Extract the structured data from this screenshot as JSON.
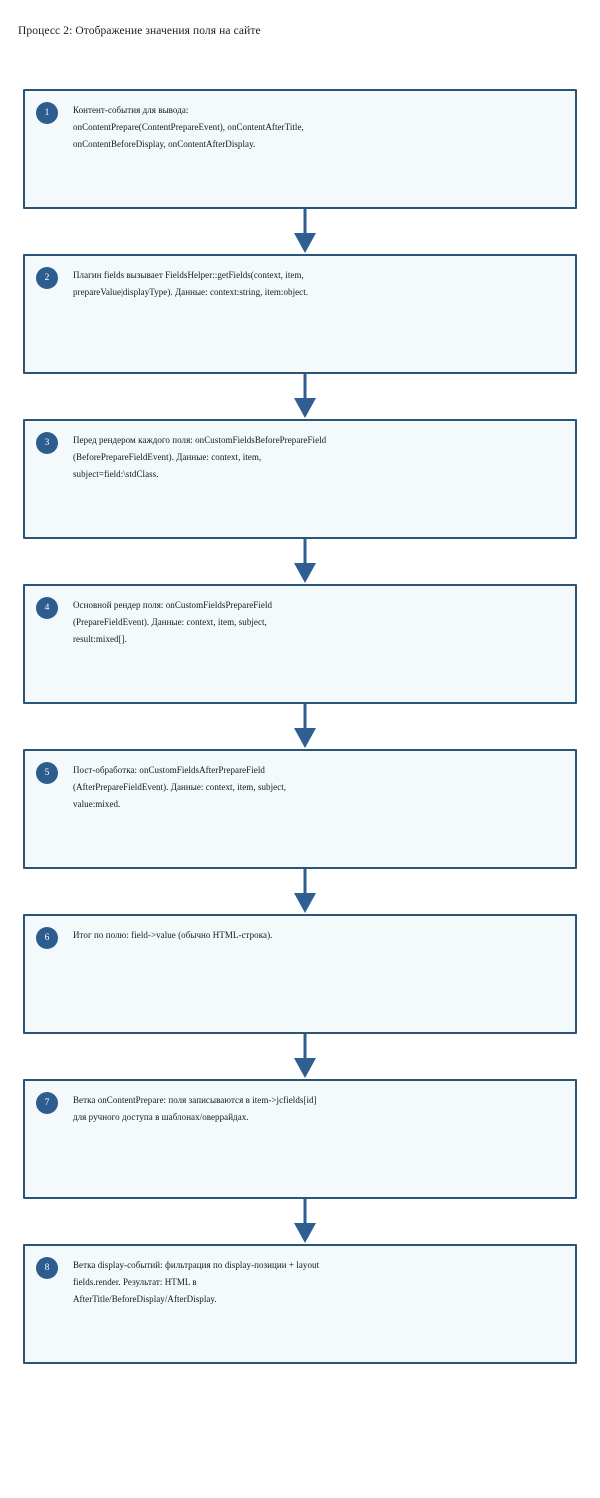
{
  "title": "Процесс 2: Отображение значения поля на сайте",
  "colors": {
    "box_border": "#2a5578",
    "box_fill": "#f4f9fc",
    "badge_fill": "#2d5d8e",
    "badge_text": "#ffffff",
    "arrow": "#2f5e93",
    "text": "#10181f",
    "background": "#ffffff"
  },
  "diagram": {
    "type": "flowchart",
    "orientation": "vertical",
    "step_count": 8,
    "connector_icon": "down-arrow-icon",
    "steps": [
      {
        "number": "1",
        "text": "Контент-события для вывода:\nonContentPrepare(ContentPrepareEvent), onContentAfterTitle,\nonContentBeforeDisplay, onContentAfterDisplay."
      },
      {
        "number": "2",
        "text": "Плагин fields вызывает FieldsHelper::getFields(context, item,\nprepareValue|displayType). Данные: context:string, item:object."
      },
      {
        "number": "3",
        "text": "Перед рендером каждого поля: onCustomFieldsBeforePrepareField\n(BeforePrepareFieldEvent). Данные: context, item,\nsubject=field:\\stdClass."
      },
      {
        "number": "4",
        "text": "Основной рендер поля: onCustomFieldsPrepareField\n(PrepareFieldEvent). Данные: context, item, subject,\nresult:mixed[]."
      },
      {
        "number": "5",
        "text": "Пост-обработка: onCustomFieldsAfterPrepareField\n(AfterPrepareFieldEvent). Данные: context, item, subject,\nvalue:mixed."
      },
      {
        "number": "6",
        "text": "Итог по полю: field->value (обычно HTML-строка)."
      },
      {
        "number": "7",
        "text": "Ветка onContentPrepare: поля записываются в item->jcfields[id]\nдля ручного доступа в шаблонах/оверрайдах."
      },
      {
        "number": "8",
        "text": "Ветка display-событий: фильтрация по display-позиции + layout\nfields.render. Результат: HTML в\nAfterTitle/BeforeDisplay/AfterDisplay."
      }
    ]
  }
}
